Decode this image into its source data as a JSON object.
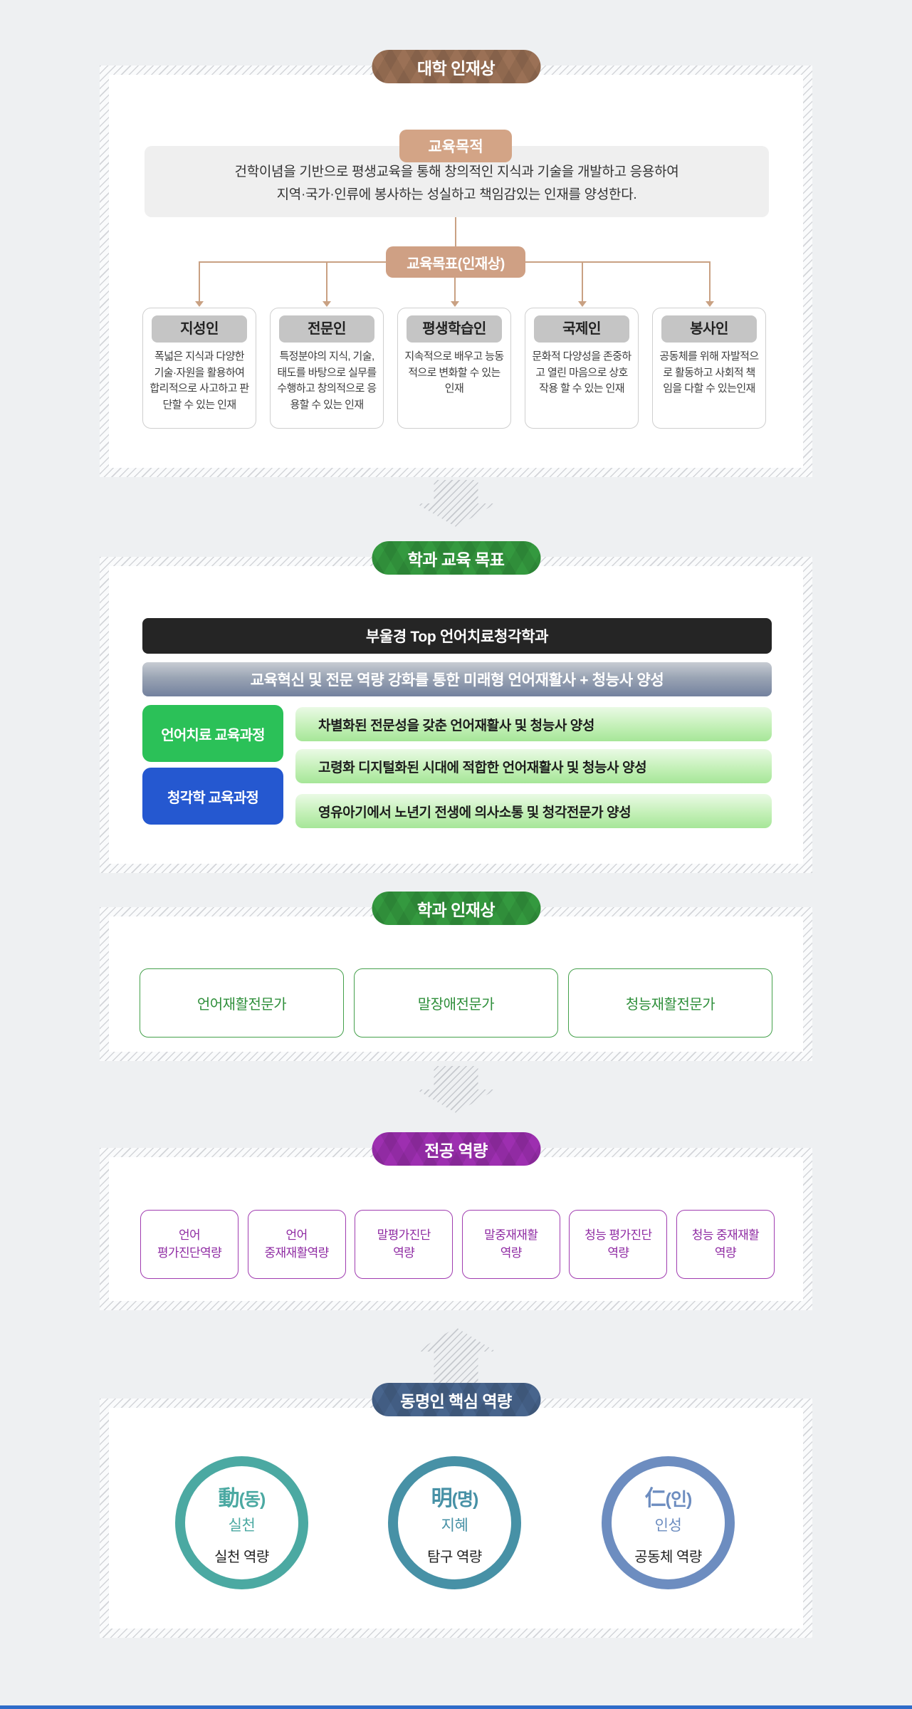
{
  "university": {
    "badge": "대학 인재상",
    "purpose_badge": "교육목적",
    "purpose_line1": "건학이념을 기반으로 평생교육을 통해 창의적인 지식과 기술을 개발하고 응용하여",
    "purpose_line2": "지역·국가·인류에 봉사하는 성실하고 책임감있는 인재를 양성한다.",
    "goals_badge": "교육목표(인재상)",
    "talents": [
      {
        "title": "지성인",
        "desc": "폭넓은 지식과 다양한 기술·자원을 활용하여 합리적으로 사고하고 판단할 수 있는 인재"
      },
      {
        "title": "전문인",
        "desc": "특정분야의 지식, 기술, 태도를 바탕으로 실무를 수행하고 창의적으로 응용할 수 있는 인재"
      },
      {
        "title": "평생학습인",
        "desc": "지속적으로 배우고 능동적으로 변화할 수 있는 인재"
      },
      {
        "title": "국제인",
        "desc": "문화적 다양성을 존중하고 열린 마음으로 상호작용 할 수 있는 인재"
      },
      {
        "title": "봉사인",
        "desc": "공동체를 위해 자발적으로 활동하고 사회적 책임을 다할 수 있는인재"
      }
    ]
  },
  "dept_goals": {
    "badge": "학과 교육 목표",
    "headline": "부울경 Top 언어치료청각학과",
    "subheadline": "교육혁신 및 전문 역량 강화를 통한 미래형 언어재활사 + 청능사 양성",
    "track_speech": "언어치료 교육과정",
    "track_hearing": "청각학 교육과정",
    "goals": [
      "차별화된 전문성을 갖춘 언어재활사 및 청능사 양성",
      "고령화 디지털화된 시대에 적합한 언어재활사 및 청능사 양성",
      "영유아기에서 노년기 전생에 의사소통 및 청각전문가 양성"
    ]
  },
  "dept_talent": {
    "badge": "학과 인재상",
    "items": [
      "언어재활전문가",
      "말장애전문가",
      "청능재활전문가"
    ]
  },
  "major_comp": {
    "badge": "전공 역량",
    "items": [
      {
        "line1": "언어",
        "line2": "평가진단역량"
      },
      {
        "line1": "언어",
        "line2": "중재재활역량"
      },
      {
        "line1": "말평가진단",
        "line2": "역량"
      },
      {
        "line1": "말중재재활",
        "line2": "역량"
      },
      {
        "line1": "청능 평가진단",
        "line2": "역량"
      },
      {
        "line1": "청능 중재재활",
        "line2": "역량"
      }
    ]
  },
  "core_comp": {
    "badge": "동명인 핵심 역량",
    "circles": [
      {
        "hanja": "動",
        "reading": "(동)",
        "value": "실천",
        "competency": "실천 역량",
        "color": "#4ba9a2"
      },
      {
        "hanja": "明",
        "reading": "(명)",
        "value": "지혜",
        "competency": "탐구 역량",
        "color": "#4791a6"
      },
      {
        "hanja": "仁",
        "reading": "(인)",
        "value": "인성",
        "competency": "공동체 역량",
        "color": "#6d8dc0"
      }
    ]
  },
  "colors": {
    "badge_brown": "#9b7156",
    "badge_green": "#34993f",
    "badge_purple": "#9d2fb0",
    "badge_slate": "#48658d",
    "track_green": "#2bc158",
    "track_blue": "#2558d0",
    "headline_bar": "#252525",
    "connector_tan": "#c9a183"
  }
}
